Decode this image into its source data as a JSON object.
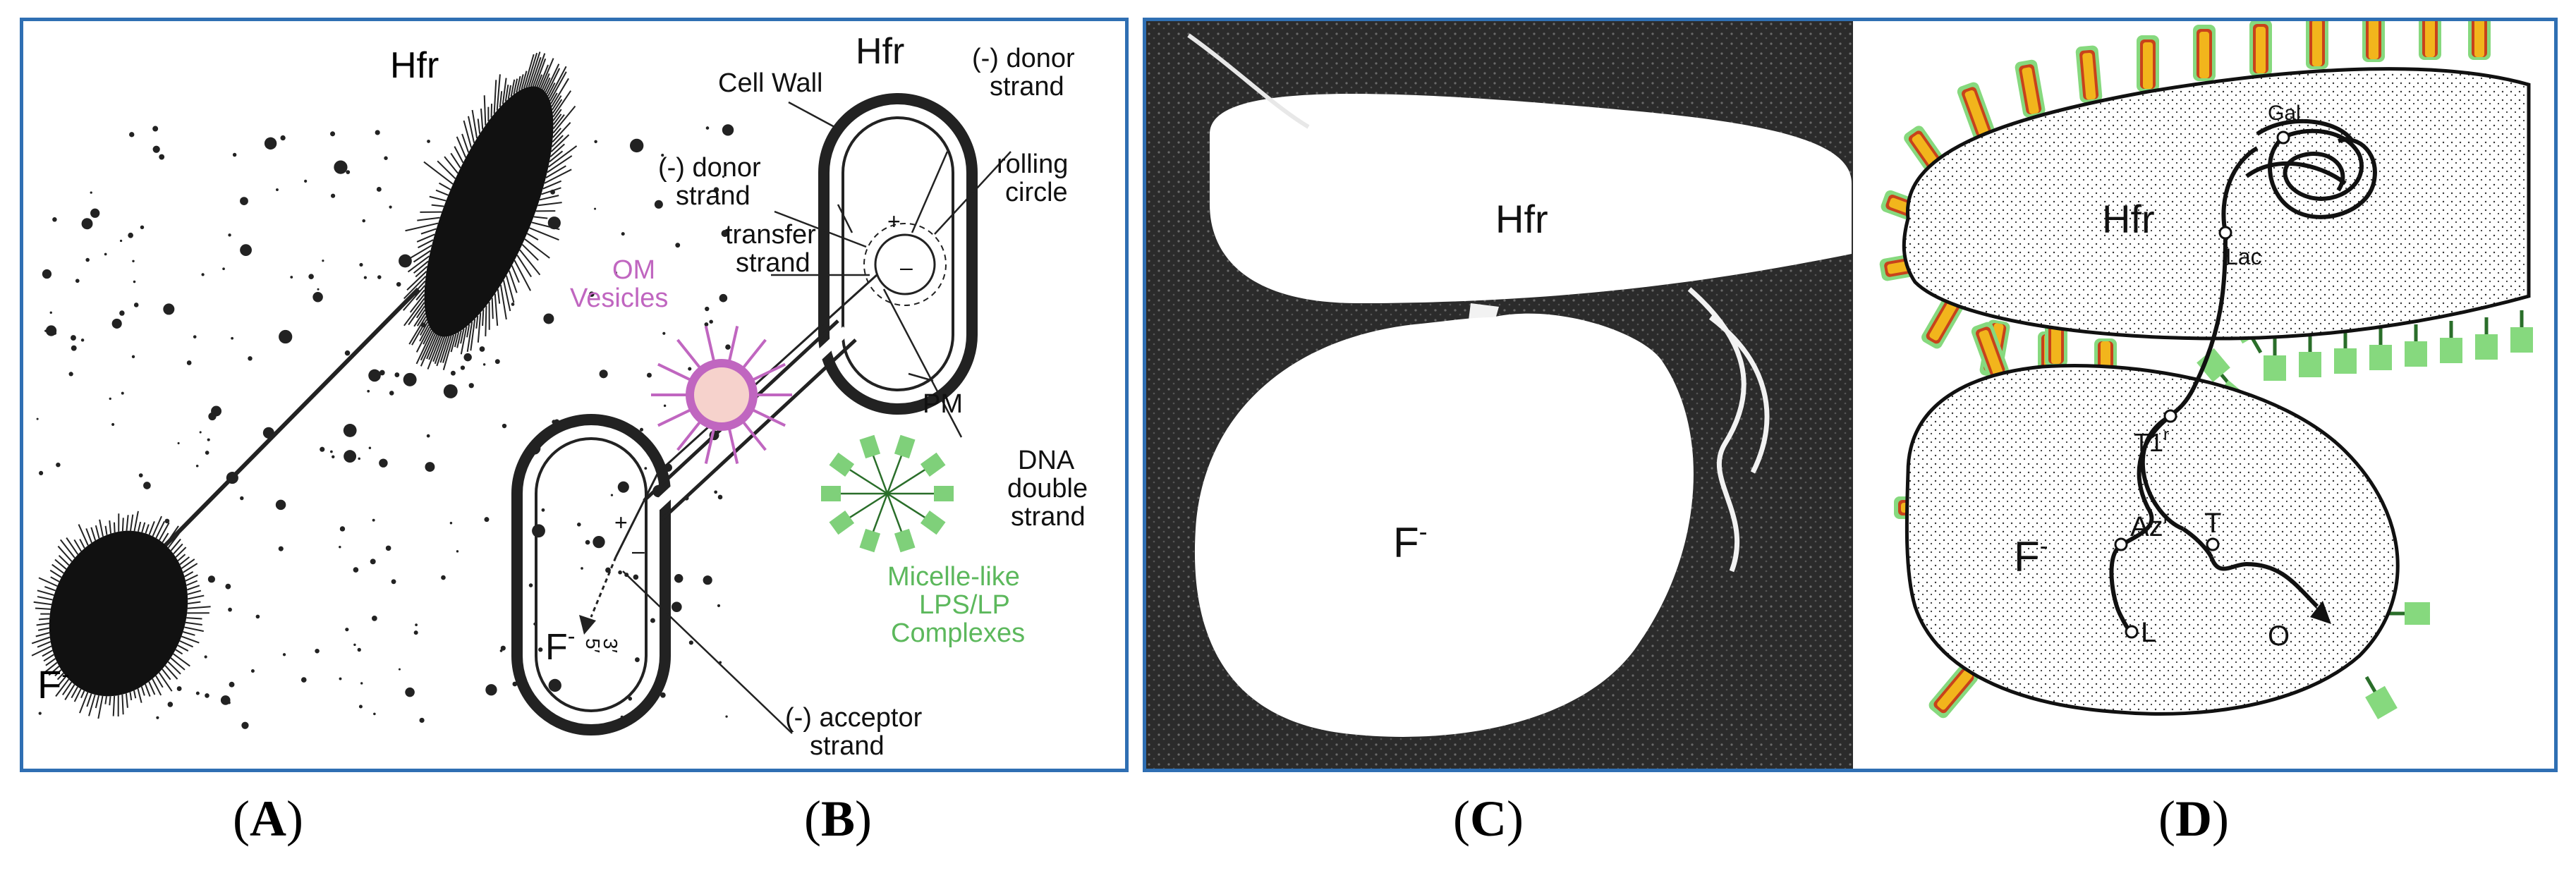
{
  "panels": {
    "A": {
      "letter": "A",
      "labels": {
        "hfr": "Hfr",
        "fminus": "F",
        "fminus_sup": "-"
      }
    },
    "B": {
      "letter": "B",
      "labels": {
        "hfr": "Hfr",
        "cell_wall": "Cell Wall",
        "donor_strand_top_1": "(-) donor",
        "donor_strand_top_2": "strand",
        "rolling_circle_1": "rolling",
        "rolling_circle_2": "circle",
        "donor_strand_left_1": "(-) donor",
        "donor_strand_left_2": "strand",
        "transfer_strand_1": "transfer",
        "transfer_strand_2": "strand",
        "om_vesicles_1": "OM",
        "om_vesicles_2": "Vesicles",
        "pm": "PM",
        "dna_1": "DNA",
        "dna_2": "double",
        "dna_3": "strand",
        "micelle_1": "Micelle-like",
        "micelle_2": "LPS/LP",
        "micelle_3": "Complexes",
        "fminus": "F",
        "fminus_sup": "-",
        "acceptor_1": "(-) acceptor",
        "acceptor_2": "strand",
        "plus": "+",
        "minus": "–",
        "five_prime": "5′",
        "three_prime": "3′"
      }
    },
    "C": {
      "letter": "C",
      "labels": {
        "hfr": "Hfr",
        "fminus": "F",
        "fminus_sup": "-"
      }
    },
    "D": {
      "letter": "D",
      "labels": {
        "hfr": "Hfr",
        "fminus": "F",
        "fminus_sup": "-",
        "gal": "Gal",
        "lac": "Lac",
        "t1r": "T1",
        "t1r_sup": "r",
        "azr": "Az",
        "azr_sup": "r",
        "t": "T",
        "l": "L",
        "o": "O"
      }
    }
  },
  "colors": {
    "frame": "#2f6fb3",
    "om_vesicle": "#c066c0",
    "om_vesicle_fill": "#f6d2cc",
    "micelle": "#7fd07a",
    "micelle_label": "#5cb85c",
    "appendage_orange": "#f2b51c",
    "appendage_red": "#c8421b",
    "appendage_green": "#86d97e"
  }
}
